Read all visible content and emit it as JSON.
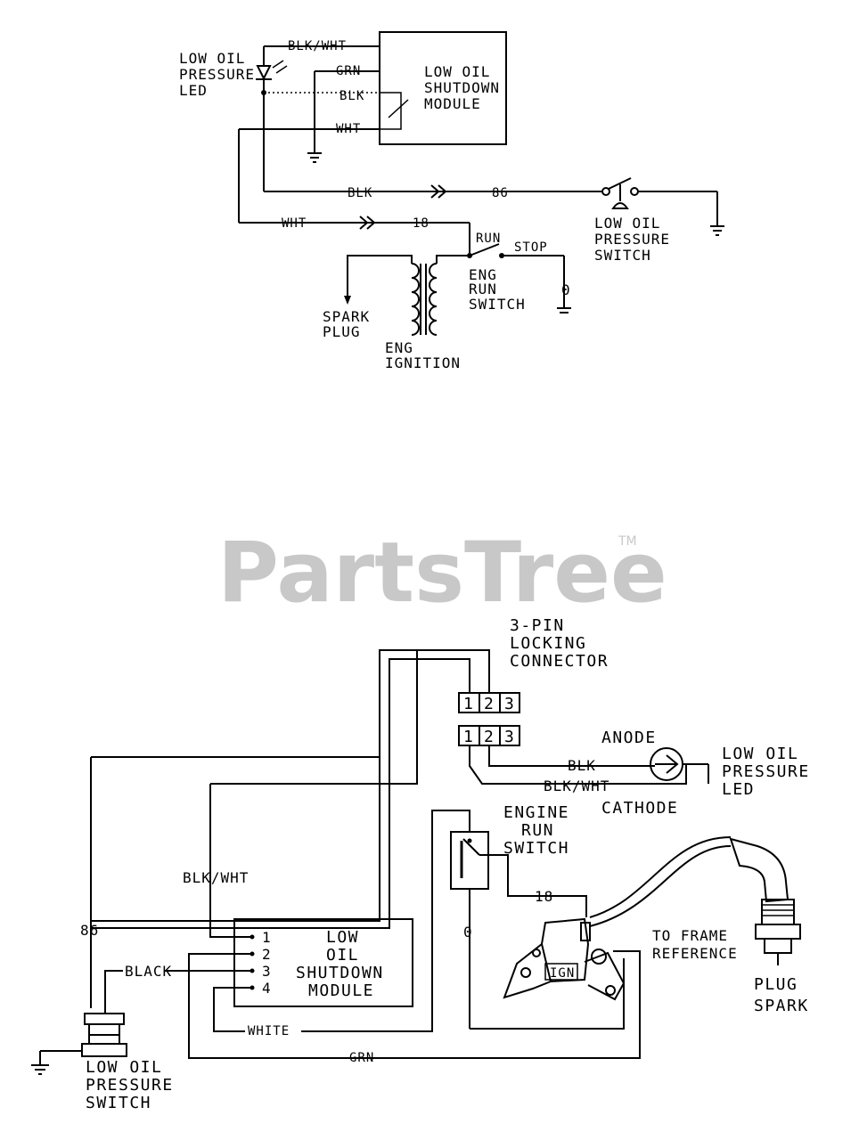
{
  "watermark": {
    "brand": "PartsTree",
    "tm": "TM"
  },
  "schematic": {
    "led_label": [
      "LOW OIL",
      "PRESSURE",
      "LED"
    ],
    "wires": {
      "blk_wht": "BLK/WHT",
      "grn": "GRN",
      "blk": "BLK",
      "wht": "WHT"
    },
    "module_label": [
      "LOW OIL",
      "SHUTDOWN",
      "MODULE"
    ],
    "blk_run": "BLK",
    "wire_86": "86",
    "wht_run": "WHT",
    "wire_18": "18",
    "switch_label": [
      "LOW OIL",
      "PRESSURE",
      "SWITCH"
    ],
    "run": "RUN",
    "stop": "STOP",
    "eng_run_switch": [
      "ENG",
      "RUN",
      "SWITCH"
    ],
    "zero": "0",
    "spark_plug": [
      "SPARK",
      "PLUG"
    ],
    "ignition": [
      "ENG",
      "IGNITION"
    ]
  },
  "wiring": {
    "connector_label": [
      "3-PIN",
      "LOCKING",
      "CONNECTOR"
    ],
    "pins": [
      "1",
      "2",
      "3"
    ],
    "anode": "ANODE",
    "blk": "BLK",
    "blk_wht": "BLK/WHT",
    "cathode": "CATHODE",
    "led_label": [
      "LOW OIL",
      "PRESSURE",
      "LED"
    ],
    "engine_run_switch": [
      "ENGINE",
      "RUN",
      "SWITCH"
    ],
    "wire_18": "18",
    "wire_0": "0",
    "wire_86": "86",
    "blk_wht_left": "BLK/WHT",
    "black": "BLACK",
    "module_pins": [
      "1",
      "2",
      "3",
      "4"
    ],
    "module_label": [
      "LOW",
      "OIL",
      "SHUTDOWN",
      "MODULE"
    ],
    "to_frame": [
      "TO FRAME",
      "REFERENCE"
    ],
    "ign": "IGN",
    "plug_spark": [
      "PLUG",
      "SPARK"
    ],
    "white": "WHITE",
    "grn": "GRN",
    "switch_label": [
      "LOW OIL",
      "PRESSURE",
      "SWITCH"
    ]
  }
}
